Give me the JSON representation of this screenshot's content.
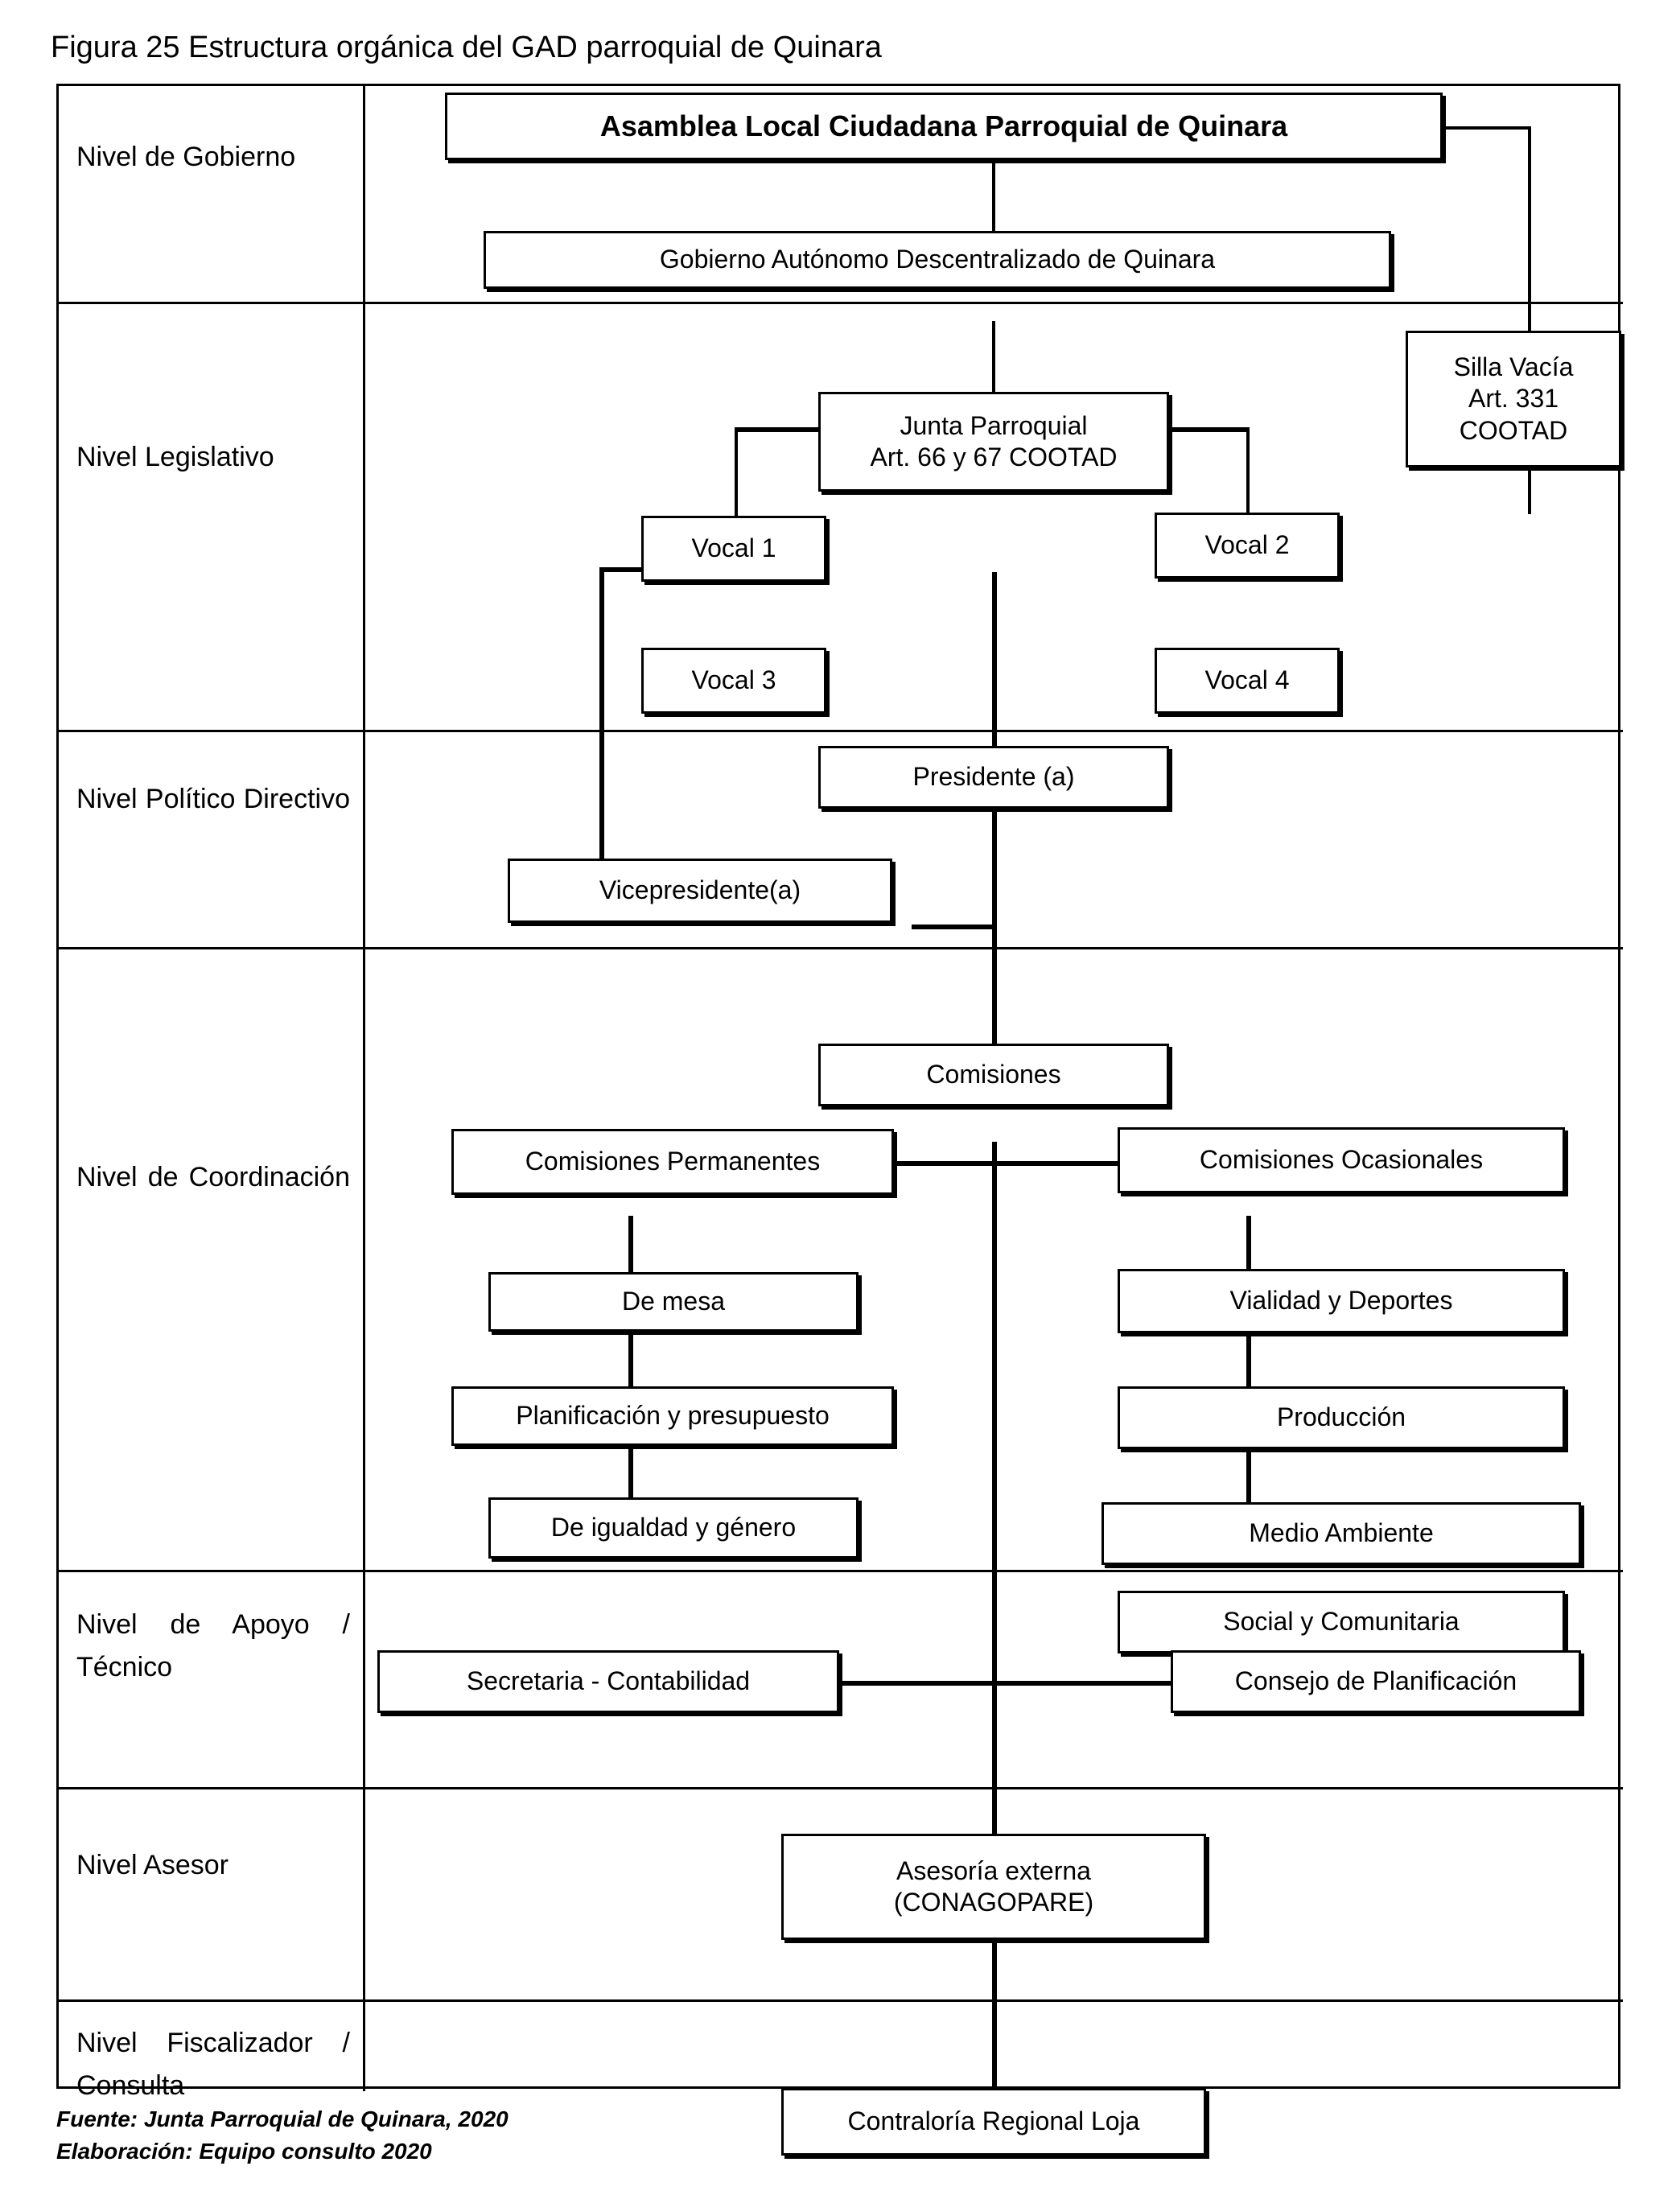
{
  "figure": {
    "title": "Figura 25  Estructura orgánica del GAD parroquial de Quinara"
  },
  "levels": [
    {
      "id": "gobierno",
      "label": "Nivel de Gobierno"
    },
    {
      "id": "legislativo",
      "label": "Nivel Legislativo"
    },
    {
      "id": "politico",
      "label": "Nivel Político Directivo"
    },
    {
      "id": "coordinacion",
      "label": "Nivel de Coordinación"
    },
    {
      "id": "apoyo",
      "label": "Nivel de Apoyo / Técnico"
    },
    {
      "id": "asesor",
      "label": "Nivel Asesor"
    },
    {
      "id": "fiscalizador",
      "label": "Nivel Fiscalizador / Consulta"
    }
  ],
  "nodes": {
    "asamblea": "Asamblea Local Ciudadana Parroquial de Quinara",
    "gad": "Gobierno Autónomo Descentralizado de Quinara",
    "junta_l1": "Junta Parroquial",
    "junta_l2": "Art. 66 y 67 COOTAD",
    "silla_l1": "Silla Vacía",
    "silla_l2": "Art. 331",
    "silla_l3": "COOTAD",
    "vocal1": "Vocal 1",
    "vocal2": "Vocal 2",
    "vocal3": "Vocal 3",
    "vocal4": "Vocal 4",
    "presidente": "Presidente (a)",
    "vicepresidente": "Vicepresidente(a)",
    "comisiones": "Comisiones",
    "comisiones_permanentes": "Comisiones Permanentes",
    "de_mesa": "De mesa",
    "planificacion_presupuesto": "Planificación y presupuesto",
    "igualdad_genero": "De igualdad y  género",
    "comisiones_ocasionales": "Comisiones Ocasionales",
    "vialidad_deportes": "Vialidad y Deportes",
    "produccion": "Producción",
    "medio_ambiente": "Medio Ambiente",
    "social_comunitaria": "Social y Comunitaria",
    "secretaria_contabilidad": "Secretaria - Contabilidad",
    "consejo_planificacion": "Consejo de Planificación",
    "asesoria_l1": "Asesoría externa",
    "asesoria_l2": "(CONAGOPARE)",
    "contraloria": "Contraloría Regional Loja"
  },
  "footer": {
    "fuente": "Fuente: Junta Parroquial de Quinara, 2020",
    "elaboracion": "Elaboración: Equipo consulto 2020"
  },
  "colors": {
    "line": "#000000",
    "background": "#ffffff"
  }
}
